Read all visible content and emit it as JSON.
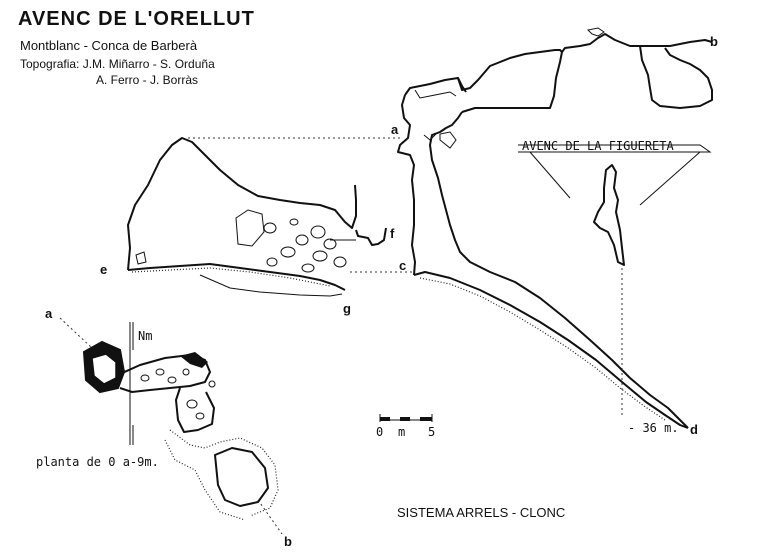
{
  "header": {
    "title": "AVENC  DE  L'ORELLUT",
    "subtitle": "Montblanc - Conca de Barberà",
    "authors_line1": "Topografia: J.M. Miñarro - S. Orduña",
    "authors_line2": "A. Ferro - J. Borràs"
  },
  "section_labels": {
    "a": "a",
    "b": "b",
    "c": "c",
    "d": "d",
    "e": "e",
    "f": "f",
    "g": "g",
    "depth": "- 36 m."
  },
  "connected_cave": "AVENC  DE  LA  FIGUERETA",
  "scale_bar": {
    "zero": "0",
    "unit": "m",
    "five": "5"
  },
  "plan": {
    "north": "Nm",
    "caption": "planta de 0 a-9m.",
    "a": "a",
    "b": "b"
  },
  "footer": {
    "system": "SISTEMA ARRELS - CLONC"
  }
}
